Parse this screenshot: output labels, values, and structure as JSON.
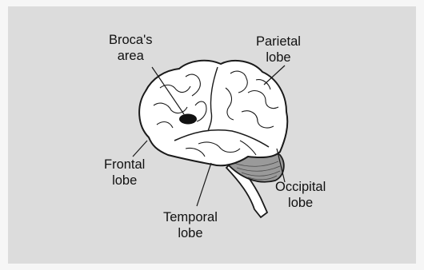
{
  "labels": {
    "broca": {
      "line1": "Broca's",
      "line2": "area"
    },
    "parietal": {
      "line1": "Parietal",
      "line2": "lobe"
    },
    "frontal": {
      "line1": "Frontal",
      "line2": "lobe"
    },
    "occipital": {
      "line1": "Occipital",
      "line2": "lobe"
    },
    "temporal": {
      "line1": "Temporal",
      "line2": "lobe"
    }
  },
  "colors": {
    "background": "#dcdcdc",
    "brain_fill": "#ffffff",
    "outline": "#1a1a1a",
    "cerebellum": "#9a9a9a",
    "broca_spot": "#111111"
  }
}
